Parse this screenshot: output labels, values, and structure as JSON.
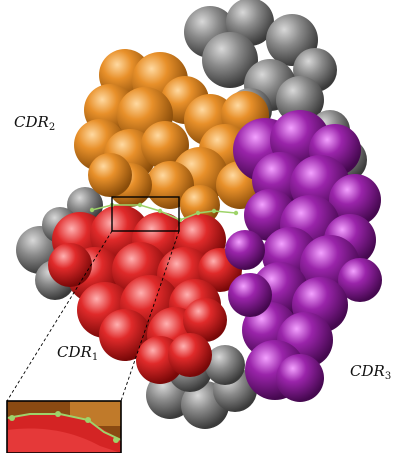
{
  "labels": {
    "cdr1": {
      "main": "CDR",
      "sub": "1"
    },
    "cdr2": {
      "main": "CDR",
      "sub": "2"
    },
    "cdr3": {
      "main": "CDR",
      "sub": "3"
    }
  },
  "colors": {
    "background": "#ffffff",
    "gray_region": "#808080",
    "orange_region": "#e8902a",
    "red_region": "#e02a2a",
    "purple_region": "#8e1f9a",
    "interface_line": "#9ed36a",
    "zoom_box": "#000000"
  }
}
